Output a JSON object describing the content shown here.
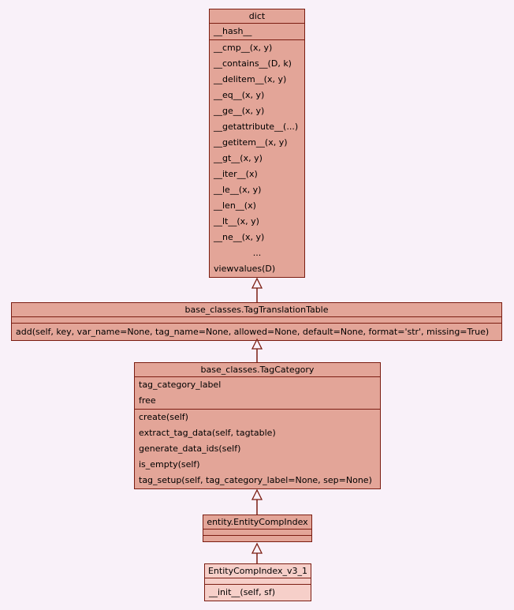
{
  "diagram": {
    "type": "uml-class-diagram",
    "colors": {
      "background": "#f9f1f9",
      "box_fill": "#e3a598",
      "box_fill_light": "#f6cfc9",
      "border": "#7b1d12",
      "arrow": "#7b1d12",
      "text": "#000000"
    }
  },
  "classes": {
    "dict": {
      "title": "dict",
      "attributes": [
        "__hash__"
      ],
      "methods": [
        "__cmp__(x, y)",
        "__contains__(D, k)",
        "__delitem__(x, y)",
        "__eq__(x, y)",
        "__ge__(x, y)",
        "__getattribute__(...)",
        "__getitem__(x, y)",
        "__gt__(x, y)",
        "__iter__(x)",
        "__le__(x, y)",
        "__len__(x)",
        "__lt__(x, y)",
        "__ne__(x, y)",
        "...",
        "viewvalues(D)"
      ]
    },
    "tag_translation_table": {
      "title": "base_classes.TagTranslationTable",
      "attributes": [],
      "methods": [
        "add(self, key, var_name=None, tag_name=None, allowed=None, default=None, format='str', missing=True)"
      ]
    },
    "tag_category": {
      "title": "base_classes.TagCategory",
      "attributes": [
        "tag_category_label",
        "free"
      ],
      "methods": [
        "create(self)",
        "extract_tag_data(self, tagtable)",
        "generate_data_ids(self)",
        "is_empty(self)",
        "tag_setup(self, tag_category_label=None, sep=None)"
      ]
    },
    "entity_comp_index": {
      "title": "entity.EntityCompIndex",
      "attributes": [],
      "methods": []
    },
    "entity_comp_index_v3_1": {
      "title": "EntityCompIndex_v3_1",
      "attributes": [],
      "methods": [
        "__init__(self, sf)"
      ]
    }
  },
  "relations": [
    {
      "from": "base_classes.TagTranslationTable",
      "to": "dict",
      "type": "inheritance"
    },
    {
      "from": "base_classes.TagCategory",
      "to": "base_classes.TagTranslationTable",
      "type": "inheritance"
    },
    {
      "from": "entity.EntityCompIndex",
      "to": "base_classes.TagCategory",
      "type": "inheritance"
    },
    {
      "from": "EntityCompIndex_v3_1",
      "to": "entity.EntityCompIndex",
      "type": "inheritance"
    }
  ]
}
